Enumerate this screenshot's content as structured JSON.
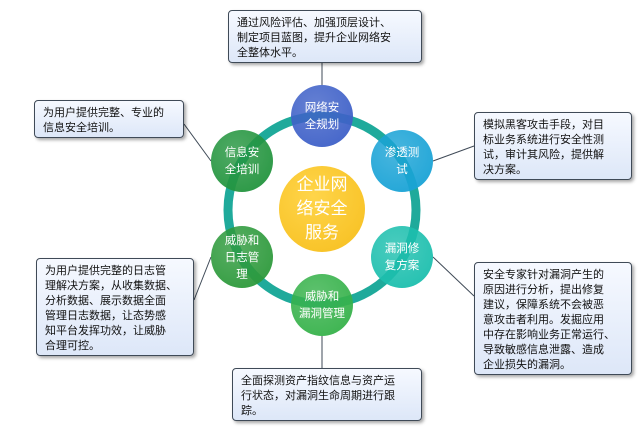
{
  "center": {
    "label": "企业网\n络安全\n服务",
    "color": "#f6be1e"
  },
  "ring_color": "#1faa9b",
  "nodes": [
    {
      "id": "network",
      "label": "网络安\n全规划",
      "color": "#3f61c8"
    },
    {
      "id": "pentest",
      "label": "渗透测\n试",
      "color": "#1aa3d6"
    },
    {
      "id": "vulnfix",
      "label": "漏洞修\n复方案",
      "color": "#1dbfae"
    },
    {
      "id": "vulnmgmt",
      "label": "威胁和\n漏洞管理",
      "color": "#37b24b"
    },
    {
      "id": "logmgmt",
      "label": "威胁和\n日志管\n理",
      "color": "#2e9a3c"
    },
    {
      "id": "training",
      "label": "信息安\n全培训",
      "color": "#24953f"
    }
  ],
  "descriptions": [
    {
      "id": "network",
      "text": "通过风险评估、加强顶层设计、\n制定项目蓝图，提升企业网络安\n全整体水平。"
    },
    {
      "id": "pentest",
      "text": "模拟黑客攻击手段，对目\n标业务系统进行安全性测\n试，审计其风险，提供解\n决方案。"
    },
    {
      "id": "vulnfix",
      "text": "安全专家针对漏洞产生的\n原因进行分析，提出修复\n建议，保障系统不会被恶\n意攻击者利用。发掘应用\n中存在影响业务正常运行、\n导致敏感信息泄露、造成\n企业损失的漏洞。"
    },
    {
      "id": "vulnmgmt",
      "text": "全面探测资产指纹信息与资产运\n行状态，对漏洞生命周期进行跟\n踪。"
    },
    {
      "id": "logmgmt",
      "text": "为用户提供完整的日志管\n理解决方案，从收集数据、\n分析数据、展示数据全面\n管理日志数据，让态势感\n知平台发挥功效，让威胁\n合理可控。"
    },
    {
      "id": "training",
      "text": "为用户提供完整、专业的\n信息安全培训。"
    }
  ]
}
